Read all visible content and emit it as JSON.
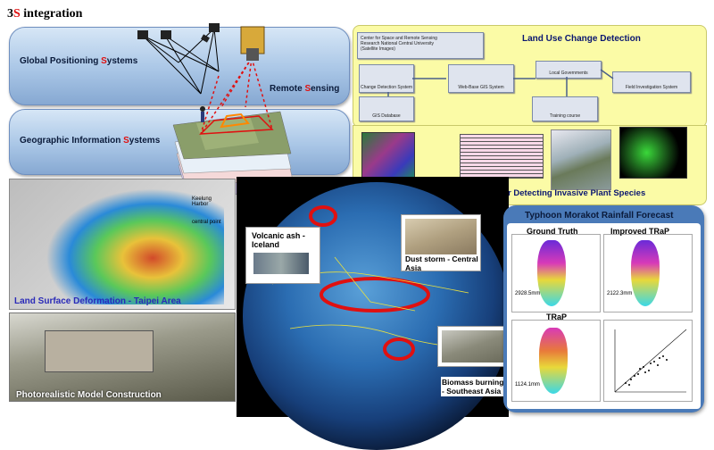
{
  "title": {
    "prefix": "3",
    "s": "S",
    "suffix": " integration"
  },
  "bands": {
    "gps": {
      "pre": "Global Positioning ",
      "s": "S",
      "post": "ystems"
    },
    "rs": {
      "pre": "Remote ",
      "s": "S",
      "post": "ensing"
    },
    "gis": {
      "pre": "Geographic Information ",
      "s": "S",
      "post": "ystems"
    }
  },
  "land_use": {
    "title": "Land Use Change Detection",
    "boxes": [
      "Center for Space and Remote Sensing Research National Central University (Satellite Images)",
      "Change Detection System",
      "Web-Base GIS System",
      "Local Governments",
      "Field Investigation System",
      "GIS Database",
      "Training course"
    ]
  },
  "hyperspectral": {
    "title": "Hyper spectral Image Analysis for Detecting Invasive Plant Species"
  },
  "deformation": {
    "caption": "Land Surface Deformation - Taipei Area",
    "labels": [
      "Keelung Harbor",
      "central point"
    ]
  },
  "photoreal": {
    "caption": "Photorealistic Model Construction"
  },
  "globe": {
    "volcanic": "Volcanic ash - Iceland",
    "dust": "Dust storm - Central Asia",
    "biomass": "Biomass burning - Southeast Asia"
  },
  "typhoon": {
    "title": "Typhoon Morakot Rainfall Forecast",
    "maps": [
      {
        "label": "Ground Truth",
        "value": "2928.5mm"
      },
      {
        "label": "Improved TRaP",
        "value": "2122.3mm"
      },
      {
        "label": "TRaP",
        "value": "1124.1mm"
      }
    ]
  },
  "colors": {
    "accent": "#e01010",
    "caption_blue": "#2a2ab8",
    "panel": "#fbfba6"
  }
}
